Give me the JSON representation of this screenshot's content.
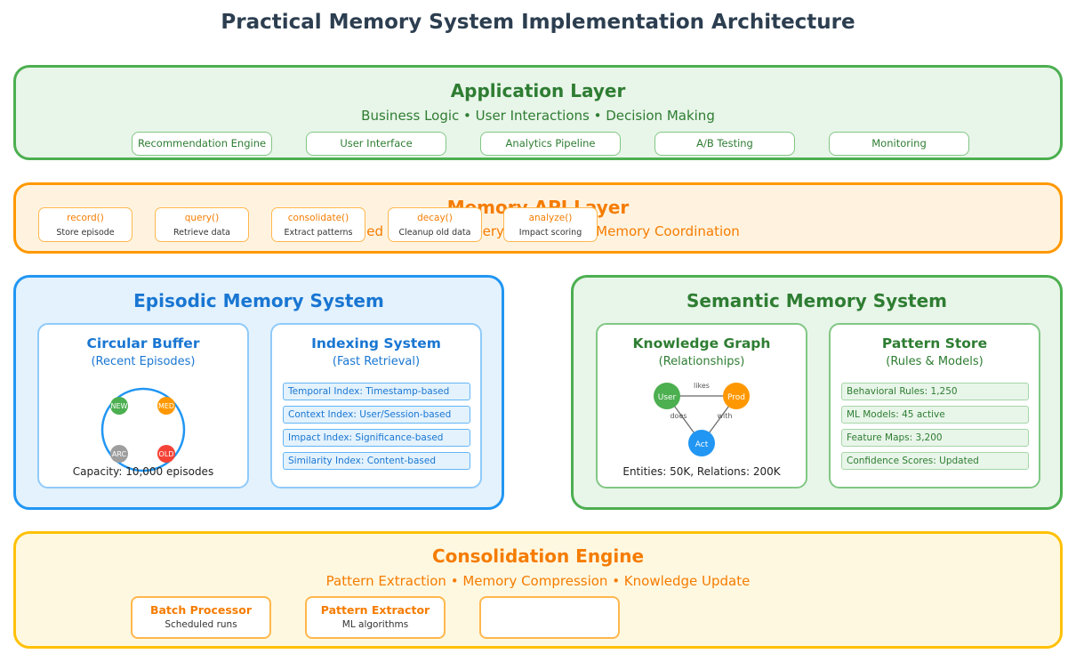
{
  "title": "Practical Memory System Implementation Architecture",
  "application_layer": {
    "title": "Application Layer",
    "subtitle": "Business Logic • User Interactions • Decision Making",
    "components": [
      "Recommendation Engine",
      "User Interface",
      "Analytics Pipeline",
      "A/B Testing",
      "Monitoring"
    ]
  },
  "api_layer": {
    "title": "Memory API Layer",
    "subtitle": "Unified Interface • Query Processing • Memory Coordination",
    "operations": [
      {
        "fn": "record()",
        "desc": "Store episode"
      },
      {
        "fn": "query()",
        "desc": "Retrieve data"
      },
      {
        "fn": "consolidate()",
        "desc": "Extract patterns"
      },
      {
        "fn": "decay()",
        "desc": "Cleanup old data"
      },
      {
        "fn": "analyze()",
        "desc": "Impact scoring"
      }
    ]
  },
  "episodic": {
    "title": "Episodic Memory System",
    "circular_buffer": {
      "title": "Circular Buffer",
      "subtitle": "(Recent Episodes)",
      "nodes": [
        {
          "label": "NEW",
          "color": "#4caf50"
        },
        {
          "label": "MED",
          "color": "#ff9800"
        },
        {
          "label": "ARC",
          "color": "#9e9e9e"
        },
        {
          "label": "OLD",
          "color": "#f44336"
        }
      ],
      "capacity": "Capacity: 10,000 episodes"
    },
    "indexing": {
      "title": "Indexing System",
      "subtitle": "(Fast Retrieval)",
      "items": [
        "Temporal Index: Timestamp-based",
        "Context Index: User/Session-based",
        "Impact Index: Significance-based",
        "Similarity Index: Content-based"
      ]
    }
  },
  "semantic": {
    "title": "Semantic Memory System",
    "knowledge_graph": {
      "title": "Knowledge Graph",
      "subtitle": "(Relationships)",
      "nodes": [
        {
          "label": "User",
          "color": "#4caf50"
        },
        {
          "label": "Prod",
          "color": "#ff9800"
        },
        {
          "label": "Act",
          "color": "#2196f3"
        }
      ],
      "edges": [
        "likes",
        "does",
        "with"
      ],
      "stats": "Entities: 50K, Relations: 200K"
    },
    "pattern_store": {
      "title": "Pattern Store",
      "subtitle": "(Rules & Models)",
      "items": [
        "Behavioral Rules: 1,250",
        "ML Models: 45 active",
        "Feature Maps: 3,200",
        "Confidence Scores: Updated"
      ]
    }
  },
  "consolidation": {
    "title": "Consolidation Engine",
    "subtitle": "Pattern Extraction • Memory Compression • Knowledge Update",
    "components": [
      {
        "name": "Batch Processor",
        "desc": "Scheduled runs"
      },
      {
        "name": "Pattern Extractor",
        "desc": "ML algorithms"
      },
      {
        "name": "",
        "desc": ""
      }
    ]
  }
}
